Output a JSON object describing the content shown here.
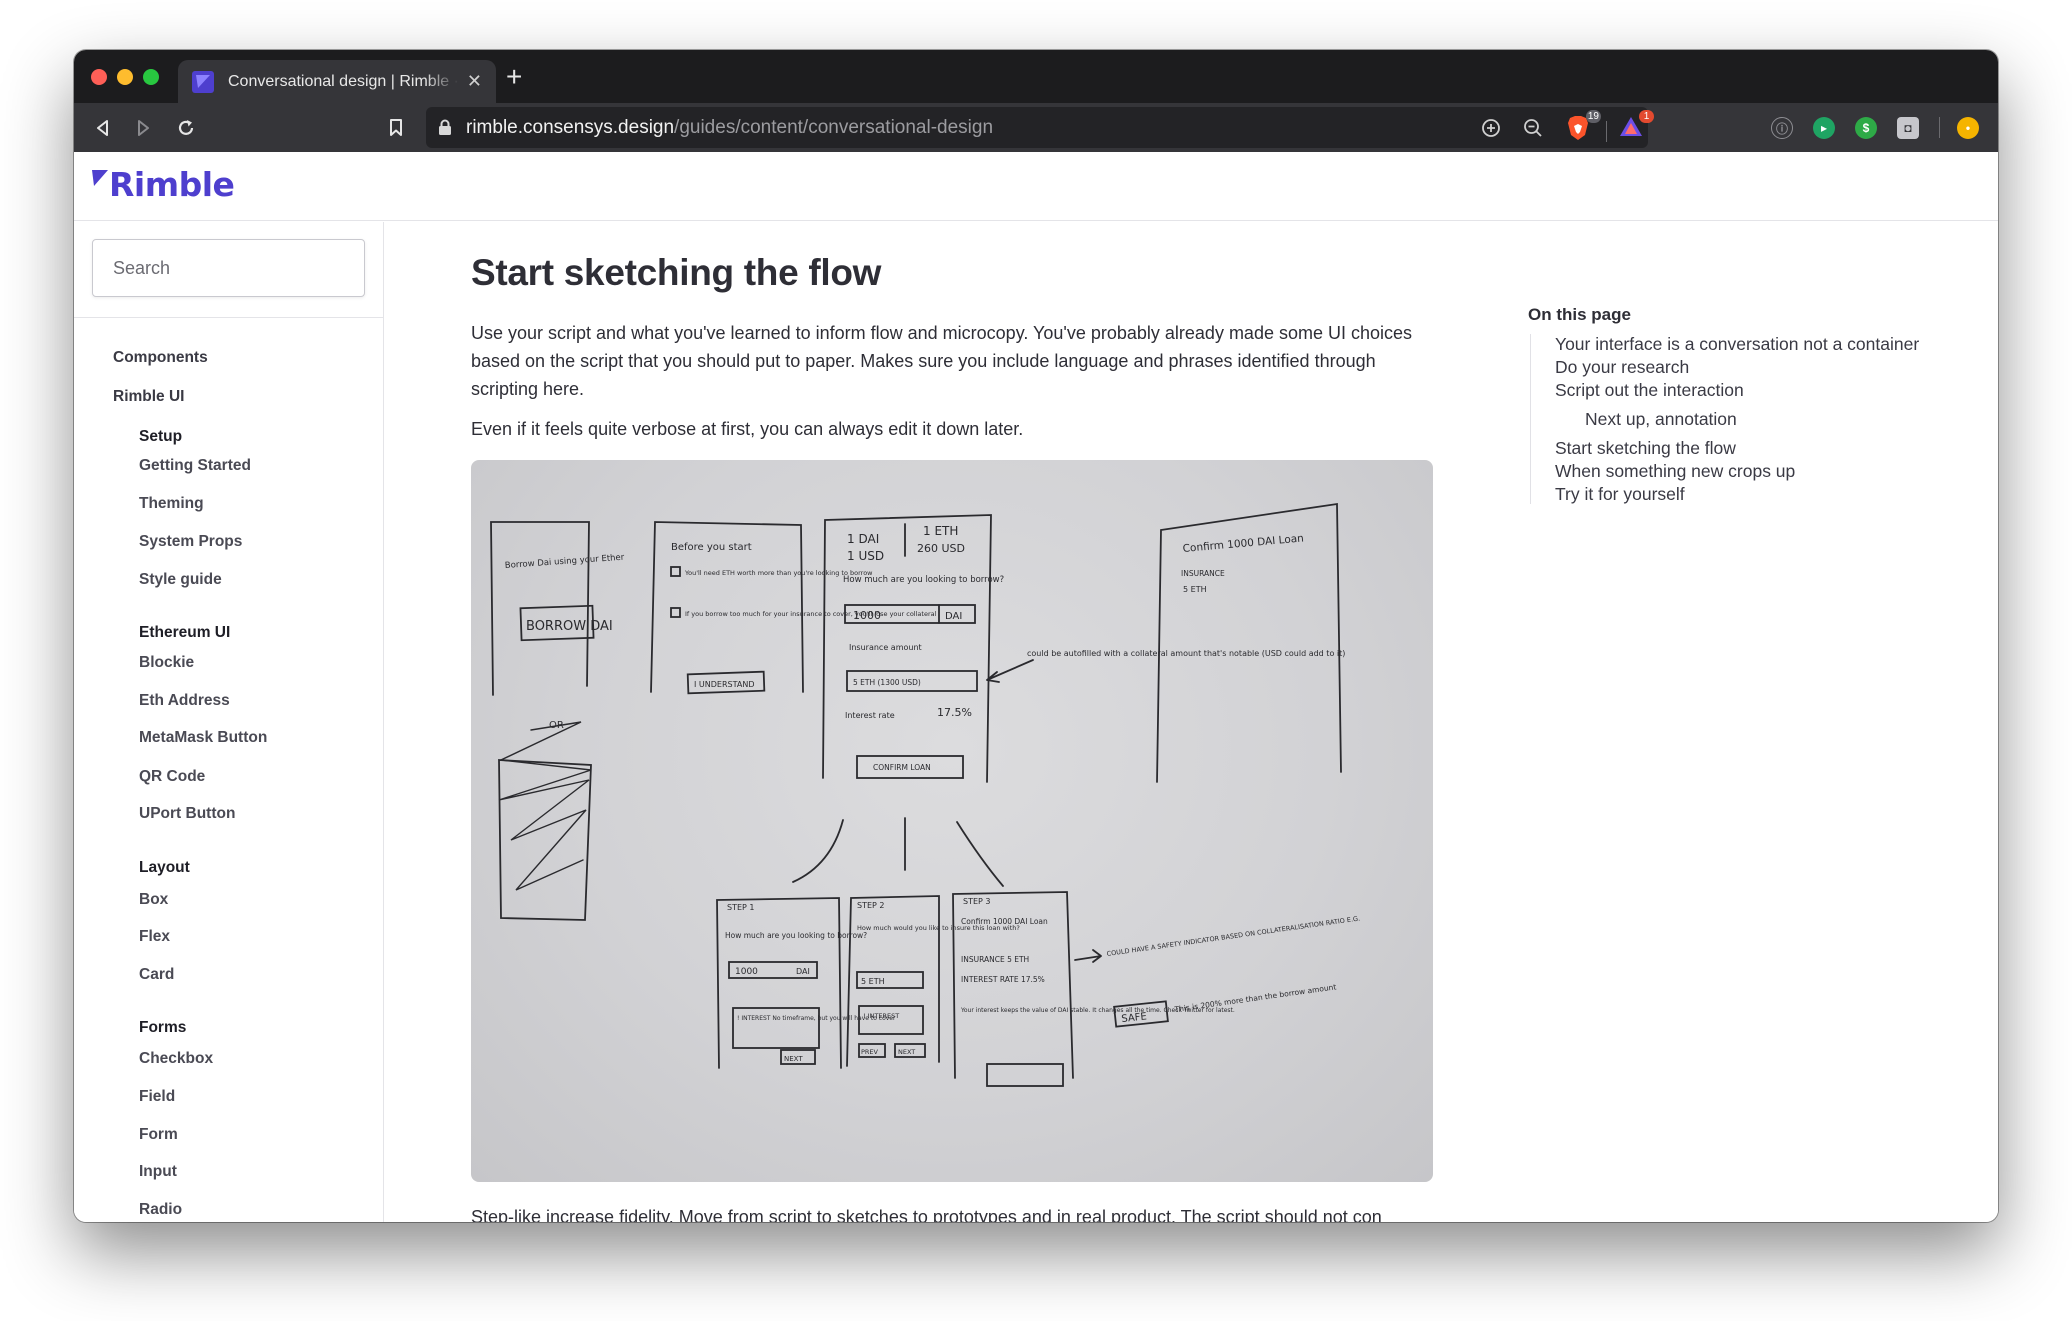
{
  "browser": {
    "tab_title": "Conversational design | Rimble · ConsenSys",
    "tab_close": "✕",
    "new_tab": "+",
    "url_host": "rimble.consensys.design",
    "url_path": "/guides/content/conversational-design",
    "brave_badge": "19",
    "rewards_badge": "1",
    "brand_color": "#4e3fce"
  },
  "site": {
    "logo_text": "Rimble",
    "search_placeholder": "Search"
  },
  "sidebar": {
    "top": [
      "Components",
      "Rimble UI"
    ],
    "sections": [
      {
        "heading": "Setup",
        "items": [
          "Getting Started",
          "Theming",
          "System Props",
          "Style guide"
        ]
      },
      {
        "heading": "Ethereum UI",
        "items": [
          "Blockie",
          "Eth Address",
          "MetaMask Button",
          "QR Code",
          "UPort Button"
        ]
      },
      {
        "heading": "Layout",
        "items": [
          "Box",
          "Flex",
          "Card"
        ]
      },
      {
        "heading": "Forms",
        "items": [
          "Checkbox",
          "Field",
          "Form",
          "Input",
          "Radio"
        ]
      }
    ]
  },
  "main": {
    "title": "Start sketching the flow",
    "paragraph_1": "Use your script and what you've learned to inform flow and microcopy. You've probably already made some UI choices based on the script that you should put to paper. Makes sure you include language and phrases identified through scripting here.",
    "paragraph_2": "Even if it feels quite verbose at first, you can always edit it down later.",
    "paragraph_3_partial": "Step-like increase fidelity. Move from script to sketches to prototypes and in real product. The script should not con"
  },
  "sketch": {
    "screen1": {
      "line1": "Borrow Dai using your Ether",
      "button": "BORROW DAI",
      "or": "OR"
    },
    "screen2": {
      "title": "Before you start",
      "check1": "You'll need ETH worth more than you're looking to borrow",
      "check2": "If you borrow too much for your insurance to cover, you'll lose your collateral",
      "button": "I UNDERSTAND"
    },
    "screen3": {
      "rate_dai": "1 DAI",
      "rate_usd": "1 USD",
      "rate_eth": "1 ETH",
      "rate_eth_usd": "260 USD",
      "question": "How much are you looking to borrow?",
      "amount": "1000",
      "unit": "DAI",
      "insurance_label": "Insurance amount",
      "insurance_value": "5 ETH (1300 USD)",
      "interest_label": "Interest rate",
      "interest_value": "17.5%",
      "button": "CONFIRM LOAN"
    },
    "note1": "could be autofilled with a collateral amount that's notable (USD could add to it)",
    "screen4": {
      "title": "Confirm 1000 DAI Loan",
      "insurance": "INSURANCE",
      "eth": "5 ETH"
    },
    "step1": {
      "label": "STEP 1",
      "question": "How much are you looking to borrow?",
      "amount": "1000",
      "unit": "DAI",
      "note": "! INTEREST No timeframe, but you will have to cover",
      "next": "NEXT"
    },
    "step2": {
      "label": "STEP 2",
      "question": "How much would you like to insure this loan with?",
      "amount": "5 ETH",
      "note": "! INTEREST",
      "prev": "PREV",
      "next": "NEXT"
    },
    "step3": {
      "label": "STEP 3",
      "title": "Confirm 1000 DAI Loan",
      "insurance": "INSURANCE 5 ETH",
      "interest": "INTEREST RATE 17.5%",
      "note": "Your interest keeps the value of DAI stable. It changes all the time. Check Twitter for latest."
    },
    "note2": "COULD HAVE A SAFETY INDICATOR BASED ON COLLATERALISATION RATIO E.G.",
    "safe": "SAFE",
    "note3": "This is 200% more than the borrow amount"
  },
  "toc": {
    "title": "On this page",
    "items": [
      "Your interface is a conversation not a container",
      "Do your research",
      "Script out the interaction",
      "Next up, annotation",
      "Start sketching the flow",
      "When something new crops up",
      "Try it for yourself"
    ]
  }
}
